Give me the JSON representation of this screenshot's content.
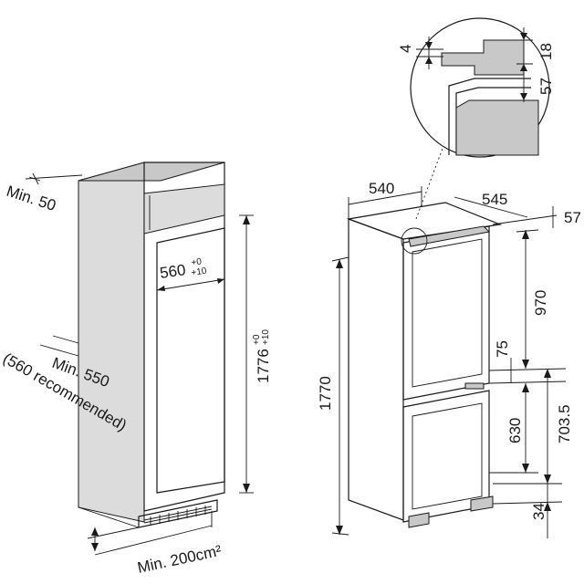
{
  "left_diagram": {
    "top_clearance": "Min. 50",
    "inner_width": "560",
    "inner_width_tol_top": "+0",
    "inner_width_tol_bottom": "+10",
    "niche_height": "1776",
    "niche_height_tol_top": "+0",
    "niche_height_tol_bottom": "+10",
    "depth_line1": "Min. 550",
    "depth_line2": "(560 recommended)",
    "vent_area": "Min. 200cm²"
  },
  "right_diagram": {
    "width": "540",
    "depth": "545",
    "top_offset": "57",
    "upper_door": "970",
    "gap": "75",
    "lower_door": "630",
    "lower_section": "703.5",
    "total_height": "1770",
    "foot": "34"
  },
  "detail": {
    "gap": "4",
    "top": "18",
    "offset": "57"
  }
}
